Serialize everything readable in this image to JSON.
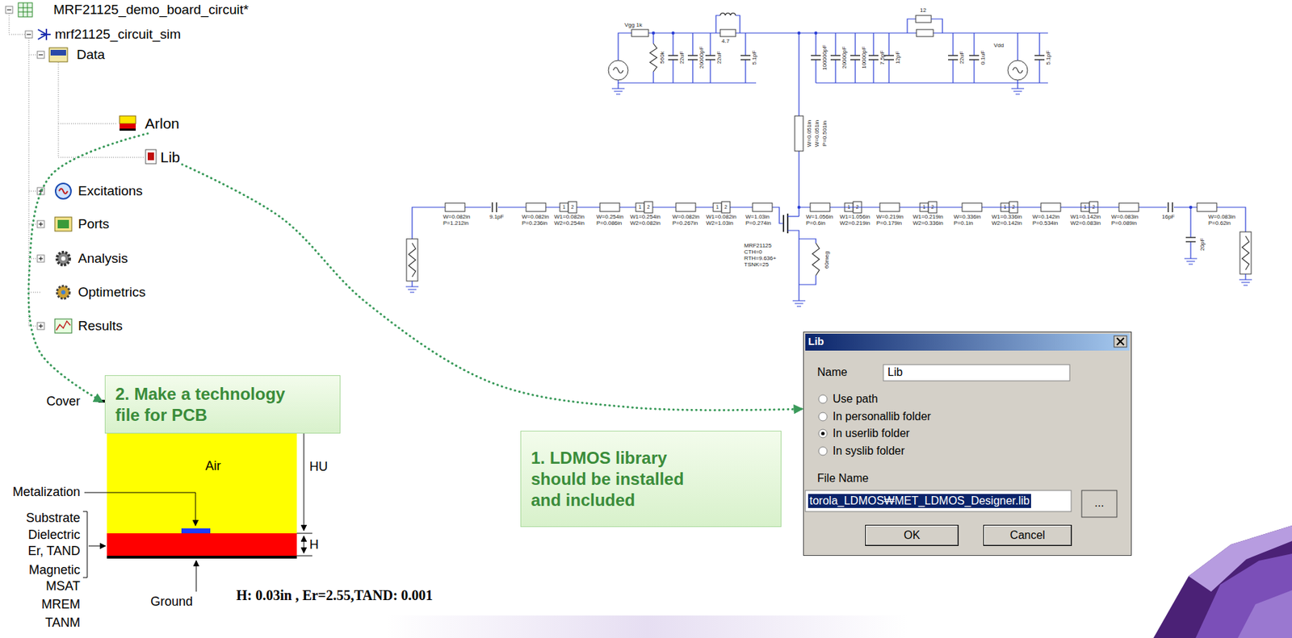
{
  "diagram": {
    "nodes": [
      {
        "text": [
          "Arlon"
        ]
      },
      {
        "text": [
          "Lib"
        ]
      },
      {
        "text": [
          "Lib"
        ]
      },
      {
        "text": [
          "OK"
        ],
        "in": 2
      },
      {
        "text": [
          "Cancel"
        ],
        "in": 2
      },
      {
        "text": [
          "2. Make a technology file for PCB"
        ]
      },
      {
        "text": [
          "Air"
        ]
      },
      {
        "text": [
          "1. LDMOS library should be installed and included"
        ]
      }
    ],
    "edges": [
      {
        "from": 0,
        "to": 6,
        "arrow": "to"
      },
      {
        "from": 1,
        "to": 2,
        "arrow": "to"
      }
    ],
    "labels": [
      "MRF21125_demo_board_circuit*",
      "mrf21125_circuit_sim",
      "Data",
      "Excitations",
      "Ports",
      "Analysis",
      "Optimetrics",
      "Results",
      "Vgg 1k",
      "560k",
      "22uF",
      "20000pF",
      "22uF",
      "4.7",
      "5.1pF",
      "100000pF",
      "20000pF",
      "10000pF",
      "7.5pF",
      "12pF",
      "12",
      "22uF",
      "0.1uF",
      "Vdd",
      "5.1pF",
      "W=0.051in",
      "W=0.051in",
      "P=0.501in",
      "W=0.082in P=1.212in",
      "9.1pF",
      "W=0.082in P=0.236in",
      "W1=0.082in W2=0.254in",
      "W=0.254in P=0.086in",
      "W1=0.254in W2=0.082in",
      "W=0.082in P=0.267in",
      "W1=0.082in W2=1.03in",
      "W=1.03in P=0.274in",
      "MRF21125 CTH=0 RTH=9.636+ TSNK=25",
      "60meg",
      "W=1.056in P=0.6in",
      "W1=1.056in W2=0.219in",
      "W=0.219in P=0.179in",
      "W1=0.219in W2=0.336in",
      "W=0.336in P=0.1in",
      "W1=0.336in W2=0.142in",
      "W=0.142in P=0.534in",
      "W1=0.142in W2=0.083in",
      "W=0.083in P=0.089in",
      "16pF",
      "20pF",
      "W=0.083in P=0.62in",
      "1",
      "2",
      "1",
      "2",
      "1",
      "2",
      "1",
      "2",
      "1",
      "2",
      "1",
      "2",
      "1",
      "2",
      "Name",
      "Lib",
      "Use path",
      "In personallib folder",
      "In userlib folder",
      "In syslib folder",
      "File Name",
      "torola_LDMOS₩MET_LDMOS_Designer.lib",
      "...",
      "Cover",
      "Metalization",
      "Substrate",
      "Dielectric",
      "Er, TAND",
      "Magnetic",
      "MSAT",
      "MREM",
      "TANM",
      "HU",
      "H",
      "Ground",
      "H: 0.03in , Er=2.55,TAND: 0.001"
    ]
  }
}
